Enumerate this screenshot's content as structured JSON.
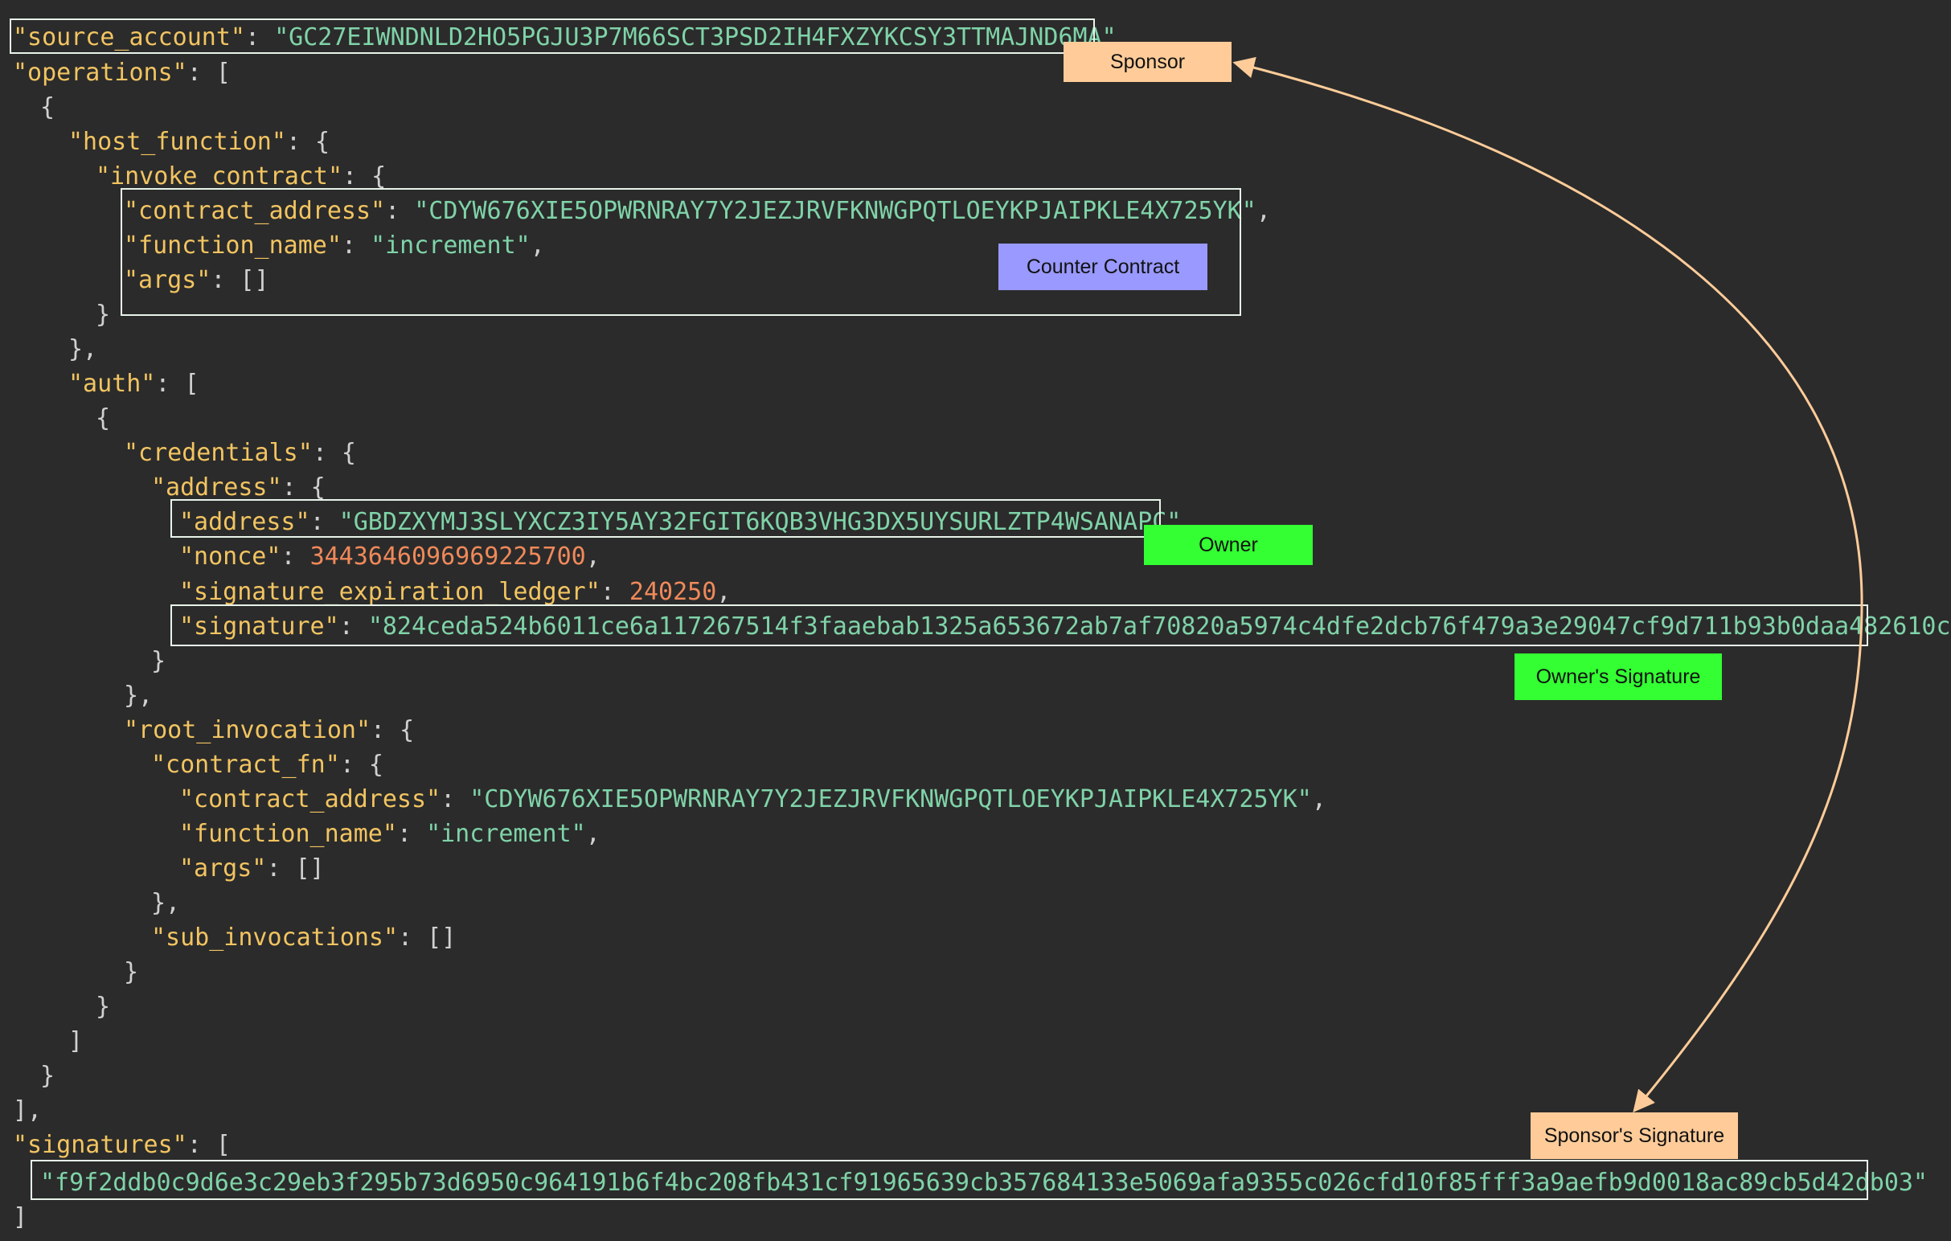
{
  "json": {
    "source_account_key": "\"source_account\"",
    "source_account_value": "\"GC27EIWNDNLD2HO5PGJU3P7M66SCT3PSD2IH4FXZYKCSY3TTMAJND6MA\"",
    "operations_key": "\"operations\"",
    "host_function_key": "\"host_function\"",
    "invoke_contract_key": "\"invoke_contract\"",
    "contract_address_key": "\"contract_address\"",
    "contract_address_value": "\"CDYW676XIE5OPWRNRAY7Y2JEZJRVFKNWGPQTLOEYKPJAIPKLE4X725YK\"",
    "function_name_key": "\"function_name\"",
    "function_name_value": "\"increment\"",
    "args_key": "\"args\"",
    "args_value": "[]",
    "auth_key": "\"auth\"",
    "credentials_key": "\"credentials\"",
    "address_obj_key": "\"address\"",
    "address_key": "\"address\"",
    "address_value": "\"GBDZXYMJ3SLYXCZ3IY5AY32FGIT6KQB3VHG3DX5UYSURLZTP4WSANAPC\"",
    "nonce_key": "\"nonce\"",
    "nonce_value": "3443646096969225700",
    "sig_exp_key": "\"signature_expiration_ledger\"",
    "sig_exp_value": "240250",
    "signature_key": "\"signature\"",
    "signature_value": "\"824ceda524b6011ce6a117267514f3faaebab1325a653672ab7af70820a5974c4dfe2dcb76f479a3e29047cf9d711b93b0daa482610c",
    "root_invocation_key": "\"root_invocation\"",
    "contract_fn_key": "\"contract_fn\"",
    "sub_invocations_key": "\"sub_invocations\"",
    "sub_invocations_value": "[]",
    "signatures_key": "\"signatures\"",
    "signatures_value": "\"f9f2ddb0c9d6e3c29eb3f295b73d6950c964191b6f4bc208fb431cf91965639cb357684133e5069afa9355c026cfd10f85fff3a9aefb9d0018ac89cb5d42db03\""
  },
  "labels": {
    "sponsor": "Sponsor",
    "counter_contract": "Counter Contract",
    "owner": "Owner",
    "owners_signature": "Owner's Signature",
    "sponsors_signature": "Sponsor's Signature"
  },
  "colors": {
    "background": "#2b2b2b",
    "key": "#f2c461",
    "string": "#7fd3a8",
    "number": "#f0895a",
    "punct": "#d0d0d0",
    "sponsor_label": "#ffcc99",
    "contract_label": "#9999ff",
    "owner_label": "#33ff33",
    "arrow": "#ffcc99"
  }
}
